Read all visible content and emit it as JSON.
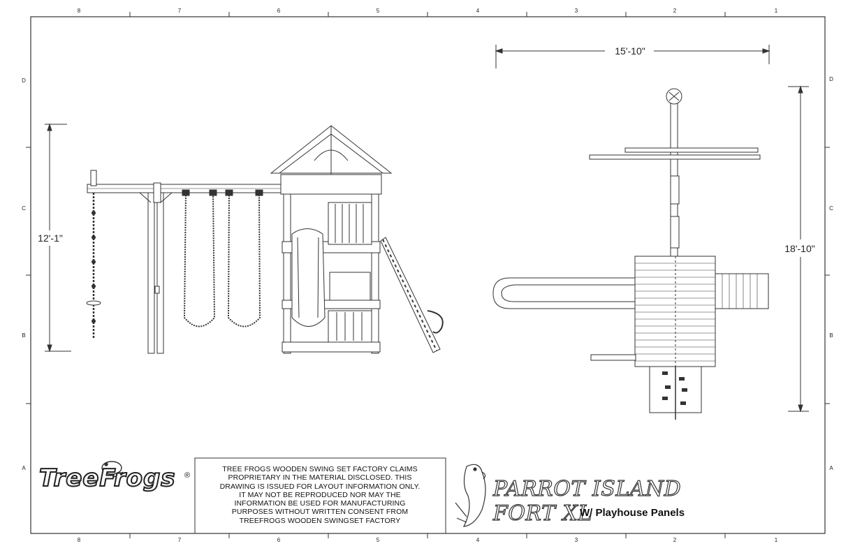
{
  "grid": {
    "columns_top": [
      "8",
      "7",
      "6",
      "5",
      "4",
      "3",
      "2",
      "1"
    ],
    "rows_side": [
      "D",
      "C",
      "B",
      "A"
    ]
  },
  "dimensions": {
    "height_side": "12'-1\"",
    "width_top": "15'-10\"",
    "depth_top": "18'-10\""
  },
  "logo": {
    "brand": "TreeFrogs",
    "registered": "®"
  },
  "notice": {
    "lines": [
      "TREE FROGS WOODEN SWING SET FACTORY CLAIMS",
      "PROPRIETARY IN THE MATERIAL DISCLOSED. THIS",
      "DRAWING IS ISSUED FOR LAYOUT INFORMATION ONLY.",
      "IT MAY NOT BE REPRODUCED NOR MAY THE",
      "INFORMATION BE USED FOR MANUFACTURING",
      "PURPOSES WITHOUT WRITTEN CONSENT FROM",
      "TREEFROGS WOODEN SWINGSET FACTORY"
    ]
  },
  "product": {
    "line1": "PARROT ISLAND",
    "line2": "FORT XL",
    "subtitle": "W/ Playhouse Panels"
  }
}
